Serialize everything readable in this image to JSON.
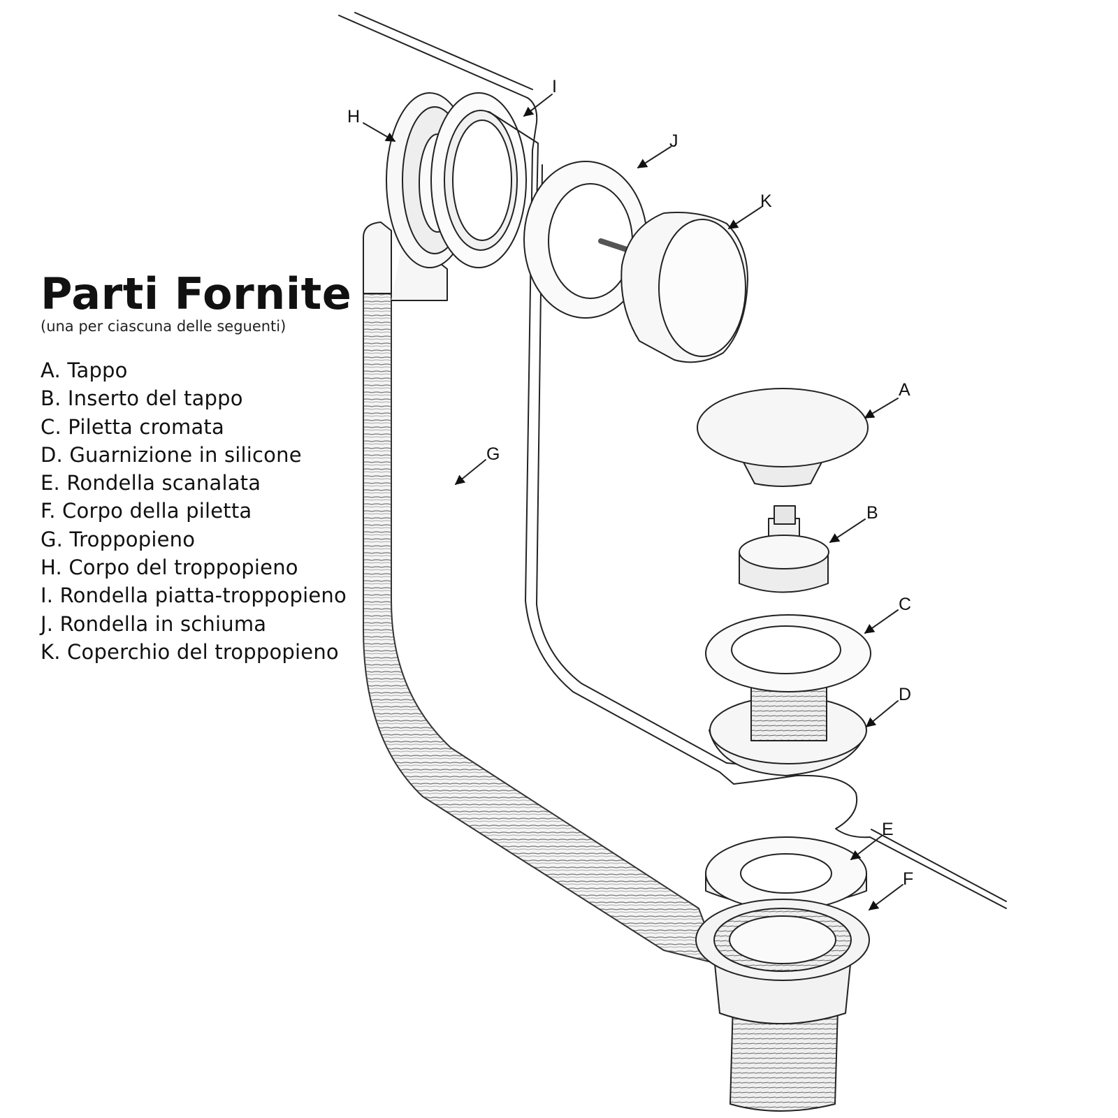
{
  "legend": {
    "title": "Parti Fornite",
    "subtitle": "(una per ciascuna delle seguenti)",
    "items": [
      "A. Tappo",
      "B. Inserto del tappo",
      "C. Piletta cromata",
      "D. Guarnizione in silicone",
      "E. Rondella scanalata",
      "F. Corpo della piletta",
      "G. Troppopieno",
      "H. Corpo del troppopieno",
      "I. Rondella piatta-troppopieno",
      "J. Rondella in schiuma",
      "K. Coperchio del troppopieno"
    ]
  },
  "callouts": {
    "A": "A",
    "B": "B",
    "C": "C",
    "D": "D",
    "E": "E",
    "F": "F",
    "G": "G",
    "H": "H",
    "I": "I",
    "J": "J",
    "K": "K"
  }
}
